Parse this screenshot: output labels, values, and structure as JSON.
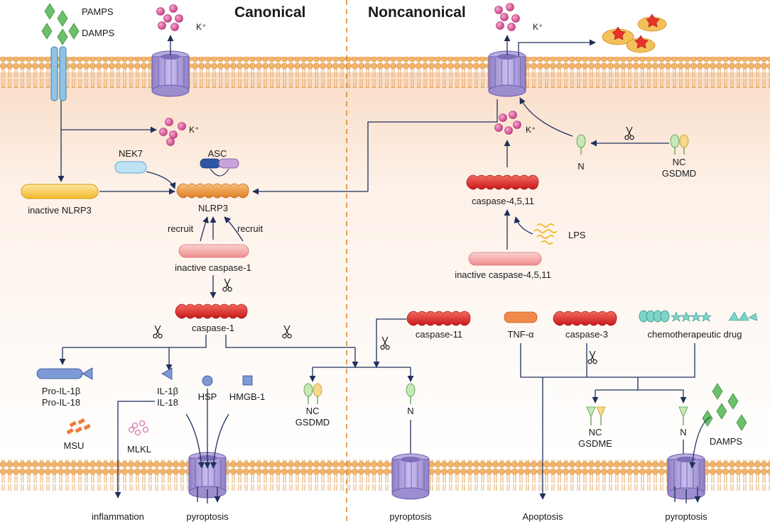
{
  "headings": {
    "canonical": "Canonical",
    "noncanonical": "Noncanonical"
  },
  "labels": {
    "pamps": "PAMPS",
    "damps_top": "DAMPS",
    "k_top_left": "K⁺",
    "k_mid_left": "K⁺",
    "k_top_right": "K⁺",
    "k_mid_right": "K⁺",
    "nek7": "NEK7",
    "asc": "ASC",
    "inactive_nlrp3": "inactive NLRP3",
    "nlrp3": "NLRP3",
    "recruit_left": "recruit",
    "recruit_right": "recruit",
    "inactive_caspase1": "inactive caspase-1",
    "caspase1": "caspase-1",
    "caspase_4_5_11": "caspase-4,5,11",
    "lps": "LPS",
    "inactive_caspase_4_5_11": "inactive caspase-4,5,11",
    "n_top_right": "N",
    "nc_top_right": "NC",
    "gsdmd_top_right": "GSDMD",
    "caspase11": "caspase-11",
    "tnf_alpha": "TNF-α",
    "caspase3": "caspase-3",
    "chemo_drug": "chemotherapeutic drug",
    "pro_il1b": "Pro-IL-1β",
    "pro_il18": "Pro-IL-18",
    "il1b": "IL-1β",
    "il18": "IL-18",
    "hsp": "HSP",
    "hmgb1": "HMGB-1",
    "msu": "MSU",
    "mlkl": "MLKL",
    "nc_mid": "NC",
    "gsdmd_mid": "GSDMD",
    "n_mid": "N",
    "nc_bottom_right": "NC",
    "gsdme": "GSDME",
    "n_bottom_right": "N",
    "damps_bottom": "DAMPS",
    "inflammation": "inflammation",
    "pyroptosis_1": "pyroptosis",
    "pyroptosis_2": "pyroptosis",
    "apoptosis": "Apoptosis",
    "pyroptosis_3": "pyroptosis"
  },
  "colors": {
    "membrane_head": "#f2b46b",
    "membrane_tail": "#e9a25a",
    "cytoplasm": "#fce9dc",
    "pore": "#a99ad3",
    "arrow": "#1f2f5c",
    "caspase_active": "#e8312d",
    "caspase_inactive": "#f4a7a7",
    "nlrp3_active": "#f09a3c",
    "nlrp3_inactive": "#f7c94c",
    "k_ion": "#dc5fa0",
    "damp_green": "#6cc06b",
    "nek7": "#bfe3f5",
    "receptor": "#8ec3e6"
  }
}
